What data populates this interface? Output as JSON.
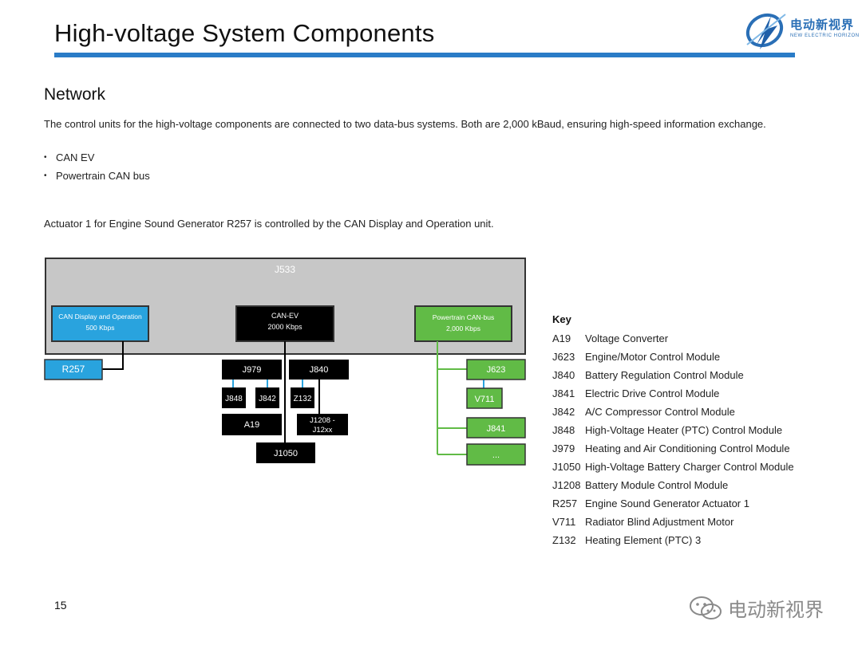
{
  "header": {
    "title": "High-voltage System Components",
    "logo_cn": "电动新视界",
    "logo_en": "NEW ELECTRIC HORIZON"
  },
  "section": {
    "title": "Network",
    "intro": "The control units for the high-voltage components are connected to two data-bus systems.  Both are 2,000 kBaud, ensuring high-speed information exchange.",
    "bullets": [
      "CAN EV",
      "Powertrain CAN bus"
    ],
    "actuator_note": "Actuator 1 for Engine Sound Generator R257 is controlled by the CAN Display and Operation unit."
  },
  "diagram": {
    "gateway": "J533",
    "can_display": [
      "CAN Display and Operation",
      "500 Kbps"
    ],
    "can_ev": [
      "CAN-EV",
      "2000 Kbps"
    ],
    "powertrain_can": [
      "Powertrain CAN-bus",
      "2,000 Kbps"
    ],
    "r257": "R257",
    "j979": "J979",
    "j840": "J840",
    "j848": "J848",
    "j842": "J842",
    "z132": "Z132",
    "a19": "A19",
    "j1208": [
      "J1208 -",
      "J12xx"
    ],
    "j1050": "J1050",
    "j623": "J623",
    "v711": "V711",
    "j841": "J841",
    "more": "...",
    "colors": {
      "blue": "#29a3de",
      "green": "#61bb46",
      "gray": "#c7c7c7",
      "black": "#000000"
    }
  },
  "key": {
    "title": "Key",
    "items": [
      {
        "code": "A19",
        "desc": "Voltage Converter"
      },
      {
        "code": "J623",
        "desc": "Engine/Motor Control Module"
      },
      {
        "code": "J840",
        "desc": "Battery Regulation Control Module"
      },
      {
        "code": "J841",
        "desc": "Electric Drive Control Module"
      },
      {
        "code": "J842",
        "desc": "A/C Compressor Control Module"
      },
      {
        "code": "J848",
        "desc": "High-Voltage Heater (PTC) Control Module"
      },
      {
        "code": "J979",
        "desc": "Heating and Air Conditioning Control Module"
      },
      {
        "code": "J1050",
        "desc": "High-Voltage Battery Charger Control Module"
      },
      {
        "code": "J1208",
        "desc": "Battery Module Control Module"
      },
      {
        "code": "R257",
        "desc": "Engine Sound Generator Actuator 1"
      },
      {
        "code": "V711",
        "desc": "Radiator Blind Adjustment Motor"
      },
      {
        "code": "Z132",
        "desc": "Heating Element (PTC) 3"
      }
    ]
  },
  "footer": {
    "page_number": "15",
    "watermark": "电动新视界"
  }
}
